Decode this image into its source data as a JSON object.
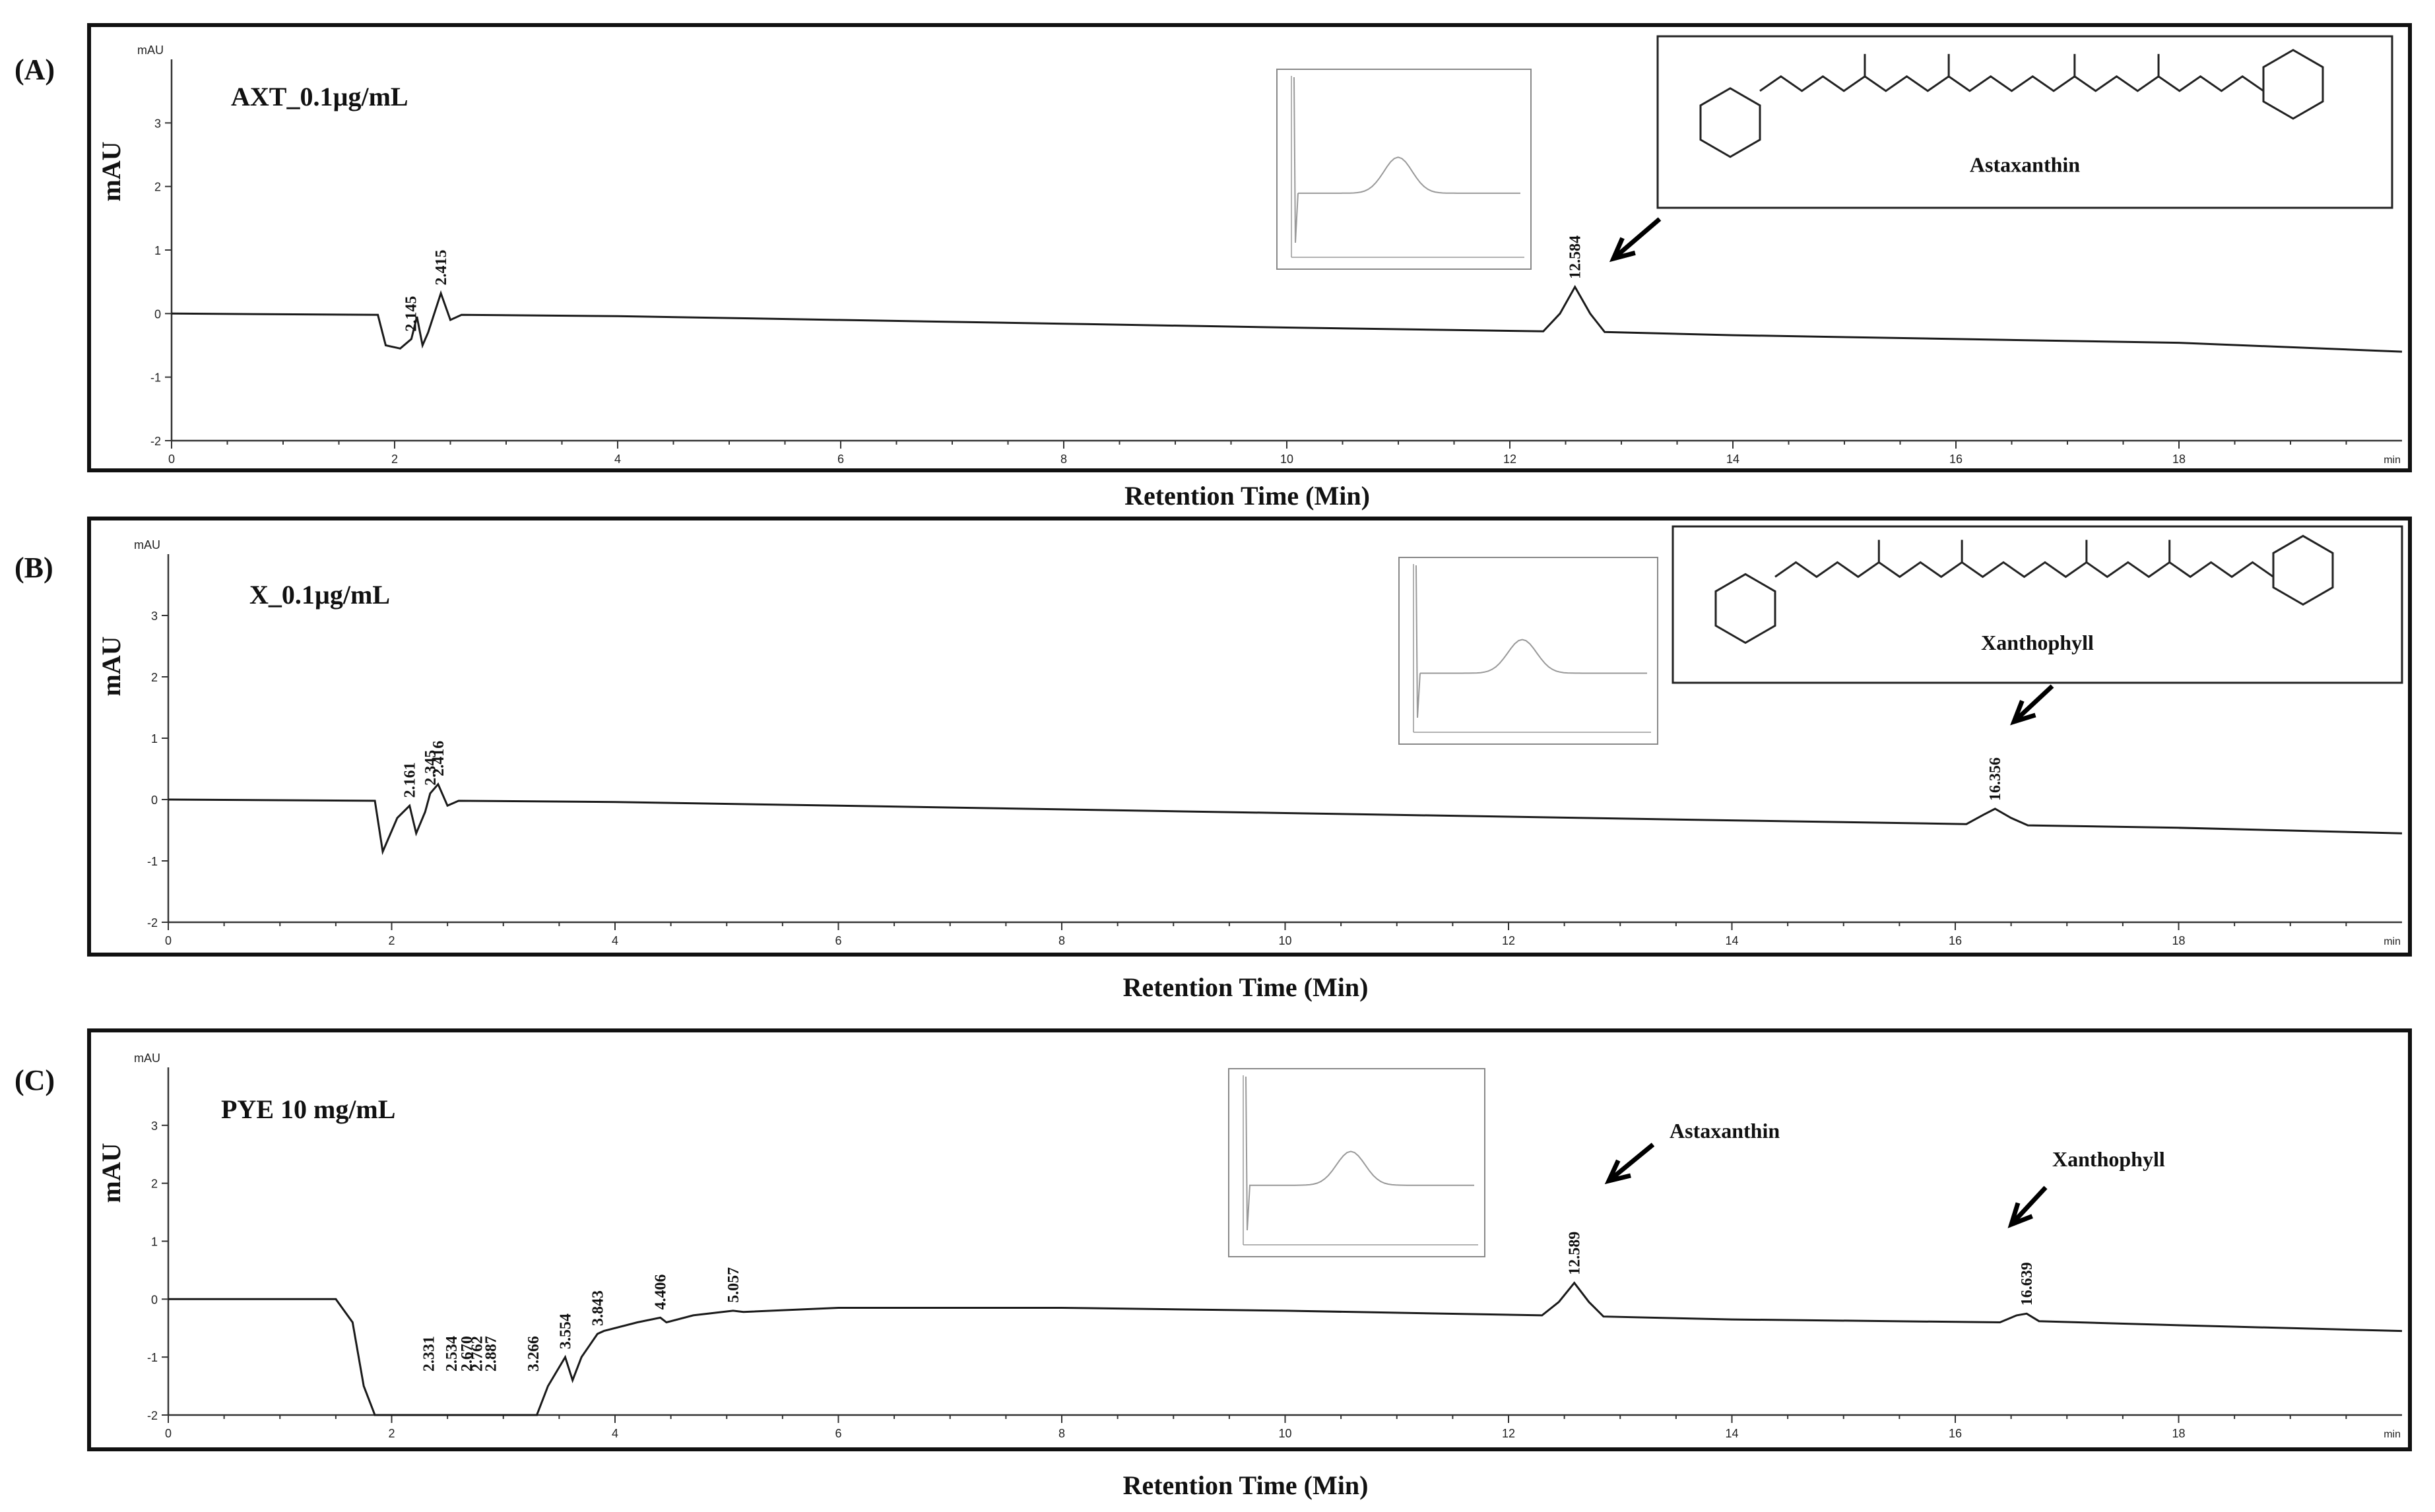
{
  "figure": {
    "panels": [
      {
        "id": "A",
        "label": "(A)",
        "sample_label": "AXT_0.1µg/mL",
        "y_unit": "mAU",
        "y_axis_title": "mAU",
        "x_unit": "min",
        "x_axis_title": "Retention Time (Min)",
        "structure_name": "Astaxanthin",
        "annotations": [
          {
            "text": "Astaxanthin",
            "time": 12.584,
            "kind": "structure-box"
          }
        ]
      },
      {
        "id": "B",
        "label": "(B)",
        "sample_label": "X_0.1µg/mL",
        "y_unit": "mAU",
        "y_axis_title": "mAU",
        "x_unit": "min",
        "x_axis_title": "Retention Time (Min)",
        "structure_name": "Xanthophyll",
        "annotations": [
          {
            "text": "Xanthophyll",
            "time": 16.356,
            "kind": "structure-box"
          }
        ]
      },
      {
        "id": "C",
        "label": "(C)",
        "sample_label": "PYE 10 mg/mL",
        "y_unit": "mAU",
        "y_axis_title": "mAU",
        "x_unit": "min",
        "x_axis_title": "Retention Time (Min)",
        "annotations": [
          {
            "text": "Astaxanthin",
            "time": 12.589,
            "kind": "arrow"
          },
          {
            "text": "Xanthophyll",
            "time": 16.639,
            "kind": "arrow"
          }
        ]
      }
    ]
  },
  "chart_data": [
    {
      "type": "line",
      "panel": "A",
      "title": "AXT_0.1µg/mL",
      "xlabel": "Retention Time (Min)",
      "ylabel": "mAU",
      "xlim": [
        0,
        20
      ],
      "ylim": [
        -2,
        4
      ],
      "x_ticks": [
        0,
        2,
        4,
        6,
        8,
        10,
        12,
        14,
        16,
        18
      ],
      "y_ticks": [
        -2,
        -1,
        0,
        1,
        2,
        3
      ],
      "series": [
        {
          "x": [
            0,
            1.85,
            1.92,
            2.05,
            2.15,
            2.2,
            2.25,
            2.3,
            2.415,
            2.5,
            2.6,
            4,
            6,
            8,
            10,
            12.3,
            12.45,
            12.584,
            12.72,
            12.85,
            14,
            16,
            18,
            20
          ],
          "y": [
            0,
            -0.02,
            -0.5,
            -0.55,
            -0.4,
            -0.05,
            -0.5,
            -0.3,
            0.32,
            -0.1,
            -0.02,
            -0.04,
            -0.1,
            -0.16,
            -0.22,
            -0.28,
            0.0,
            0.42,
            0.0,
            -0.29,
            -0.34,
            -0.4,
            -0.46,
            -0.6
          ]
        }
      ],
      "peaks": [
        {
          "time": 2.145,
          "label": "2.145"
        },
        {
          "time": 2.415,
          "label": "2.415"
        },
        {
          "time": 12.584,
          "label": "12.584"
        }
      ]
    },
    {
      "type": "line",
      "panel": "B",
      "title": "X_0.1µg/mL",
      "xlabel": "Retention Time (Min)",
      "ylabel": "mAU",
      "xlim": [
        0,
        20
      ],
      "ylim": [
        -2,
        4
      ],
      "x_ticks": [
        0,
        2,
        4,
        6,
        8,
        10,
        12,
        14,
        16,
        18
      ],
      "y_ticks": [
        -2,
        -1,
        0,
        1,
        2,
        3
      ],
      "series": [
        {
          "x": [
            0,
            1.85,
            1.92,
            2.05,
            2.161,
            2.22,
            2.3,
            2.345,
            2.416,
            2.5,
            2.6,
            4,
            6,
            8,
            10,
            12,
            14,
            16.1,
            16.25,
            16.356,
            16.5,
            16.65,
            18,
            20
          ],
          "y": [
            0,
            -0.02,
            -0.85,
            -0.3,
            -0.1,
            -0.55,
            -0.2,
            0.1,
            0.25,
            -0.1,
            -0.02,
            -0.04,
            -0.1,
            -0.16,
            -0.22,
            -0.28,
            -0.34,
            -0.4,
            -0.25,
            -0.15,
            -0.3,
            -0.42,
            -0.46,
            -0.55
          ]
        }
      ],
      "peaks": [
        {
          "time": 2.161,
          "label": "2.161"
        },
        {
          "time": 2.345,
          "label": "2.345"
        },
        {
          "time": 2.416,
          "label": "2.416"
        },
        {
          "time": 16.356,
          "label": "16.356"
        }
      ]
    },
    {
      "type": "line",
      "panel": "C",
      "title": "PYE 10 mg/mL",
      "xlabel": "Retention Time (Min)",
      "ylabel": "mAU",
      "xlim": [
        0,
        20
      ],
      "ylim": [
        -2,
        4
      ],
      "x_ticks": [
        0,
        2,
        4,
        6,
        8,
        10,
        12,
        14,
        16,
        18
      ],
      "y_ticks": [
        -2,
        -1,
        0,
        1,
        2,
        3
      ],
      "series": [
        {
          "x": [
            0,
            1.5,
            1.65,
            1.75,
            1.85,
            3.3,
            3.4,
            3.554,
            3.62,
            3.7,
            3.843,
            3.9,
            4.2,
            4.406,
            4.46,
            4.7,
            5.057,
            5.15,
            6,
            8,
            10,
            12.3,
            12.45,
            12.589,
            12.72,
            12.85,
            14,
            16.4,
            16.55,
            16.639,
            16.75,
            18,
            20
          ],
          "y": [
            0,
            0,
            -0.4,
            -1.5,
            -2,
            -2,
            -1.5,
            -1.0,
            -1.4,
            -1.0,
            -0.6,
            -0.55,
            -0.4,
            -0.32,
            -0.4,
            -0.28,
            -0.2,
            -0.22,
            -0.15,
            -0.15,
            -0.2,
            -0.28,
            -0.05,
            0.28,
            -0.05,
            -0.3,
            -0.35,
            -0.4,
            -0.28,
            -0.25,
            -0.38,
            -0.45,
            -0.55
          ]
        }
      ],
      "peaks": [
        {
          "time": 2.331,
          "label": "2.331"
        },
        {
          "time": 2.534,
          "label": "2.534"
        },
        {
          "time": 2.67,
          "label": "2.670"
        },
        {
          "time": 2.762,
          "label": "2.762"
        },
        {
          "time": 2.887,
          "label": "2.887"
        },
        {
          "time": 3.266,
          "label": "3.266"
        },
        {
          "time": 3.554,
          "label": "3.554"
        },
        {
          "time": 3.843,
          "label": "3.843"
        },
        {
          "time": 4.406,
          "label": "4.406"
        },
        {
          "time": 5.057,
          "label": "5.057"
        },
        {
          "time": 12.589,
          "label": "12.589"
        },
        {
          "time": 16.639,
          "label": "16.639"
        }
      ]
    }
  ]
}
